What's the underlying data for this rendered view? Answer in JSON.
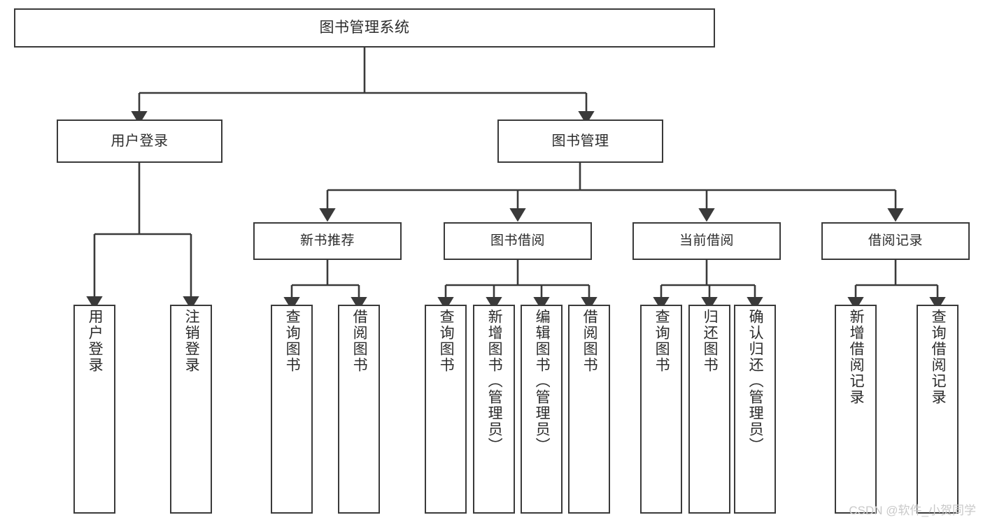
{
  "diagram": {
    "title": "图书管理系统",
    "type": "tree-hierarchy-chart",
    "colors": {
      "stroke": "#3a3a3a",
      "fill": "#ffffff",
      "text": "#2b2b2b",
      "watermark": "#c9c9c9"
    },
    "root": {
      "label": "图书管理系统"
    },
    "level1": [
      {
        "label": "用户登录"
      },
      {
        "label": "图书管理"
      }
    ],
    "level2": [
      {
        "label": "新书推荐"
      },
      {
        "label": "图书借阅"
      },
      {
        "label": "当前借阅"
      },
      {
        "label": "借阅记录"
      }
    ],
    "leaves": {
      "user_login": [
        {
          "label": "用户登录"
        },
        {
          "label": "注销登录"
        }
      ],
      "new_book_recommend": [
        {
          "label": "查询图书"
        },
        {
          "label": "借阅图书"
        }
      ],
      "book_borrow": [
        {
          "label": "查询图书"
        },
        {
          "label": "新增图书（管理员）"
        },
        {
          "label": "编辑图书（管理员）"
        },
        {
          "label": "借阅图书"
        }
      ],
      "current_borrow": [
        {
          "label": "查询图书"
        },
        {
          "label": "归还图书"
        },
        {
          "label": "确认归还（管理员）"
        }
      ],
      "borrow_record": [
        {
          "label": "新增借阅记录"
        },
        {
          "label": "查询借阅记录"
        }
      ]
    }
  },
  "watermark": {
    "text": "CSDN @软件_小贺同学"
  }
}
